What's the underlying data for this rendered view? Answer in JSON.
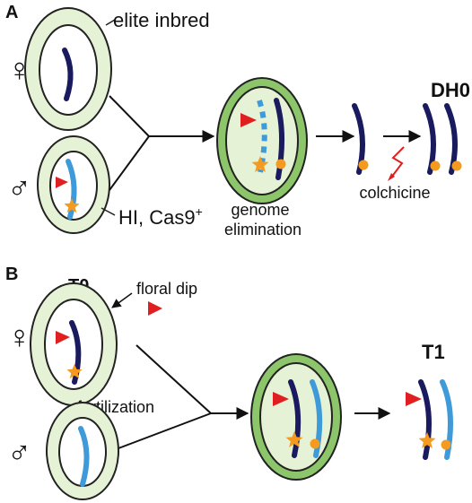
{
  "colors": {
    "outer_cell": "#e6f2d6",
    "outer_stroke": "#222222",
    "zygote_ring": "#8cc56a",
    "dark_chromosome": "#1a1a5e",
    "light_chromosome": "#3e9ad8",
    "cas9_star": "#f39a1f",
    "centromere": "#f39a1f",
    "guide_flag": "#e02020",
    "colchicine_zigzag": "#e02020",
    "arrow": "#111111"
  },
  "icons": [
    "female-symbol-icon",
    "male-symbol-icon",
    "star-icon",
    "flag-icon",
    "arrow-icon",
    "lightning-icon"
  ],
  "panelA": {
    "label": "A",
    "female_cell_label": "elite inbred",
    "male_cell_label": "HI, Cas9",
    "male_cell_label_sup": "+",
    "zygote_caption_line1": "genome",
    "zygote_caption_line2": "elimination",
    "colchicine_label": "colchicine",
    "result_label": "DH0"
  },
  "panelB": {
    "label": "B",
    "generation_label": "T0",
    "floral_dip_label": "floral dip",
    "fertilization_label": "fertilization",
    "result_label": "T1"
  },
  "symbols": {
    "female": "♀",
    "male": "♂"
  }
}
